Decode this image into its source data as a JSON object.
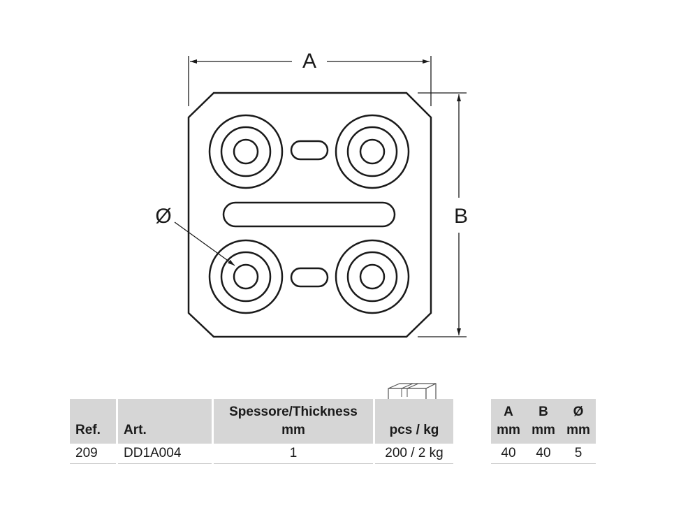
{
  "drawing": {
    "dimension_labels": {
      "width": "A",
      "height": "B",
      "hole_diameter": "Ø"
    }
  },
  "table": {
    "headers": {
      "ref": "Ref.",
      "art": "Art.",
      "thickness_line1": "Spessore/Thickness",
      "thickness_line2": "mm",
      "pack": "pcs / kg"
    },
    "row": {
      "ref": "209",
      "art": "DD1A004",
      "thickness": "1",
      "pack": "200 / 2 kg"
    }
  },
  "dims_table": {
    "headers": [
      {
        "name": "A",
        "unit": "mm"
      },
      {
        "name": "B",
        "unit": "mm"
      },
      {
        "name": "Ø",
        "unit": "mm"
      }
    ],
    "values": [
      "40",
      "40",
      "5"
    ]
  },
  "icons": {
    "pack": "cardboard-box-icon"
  }
}
